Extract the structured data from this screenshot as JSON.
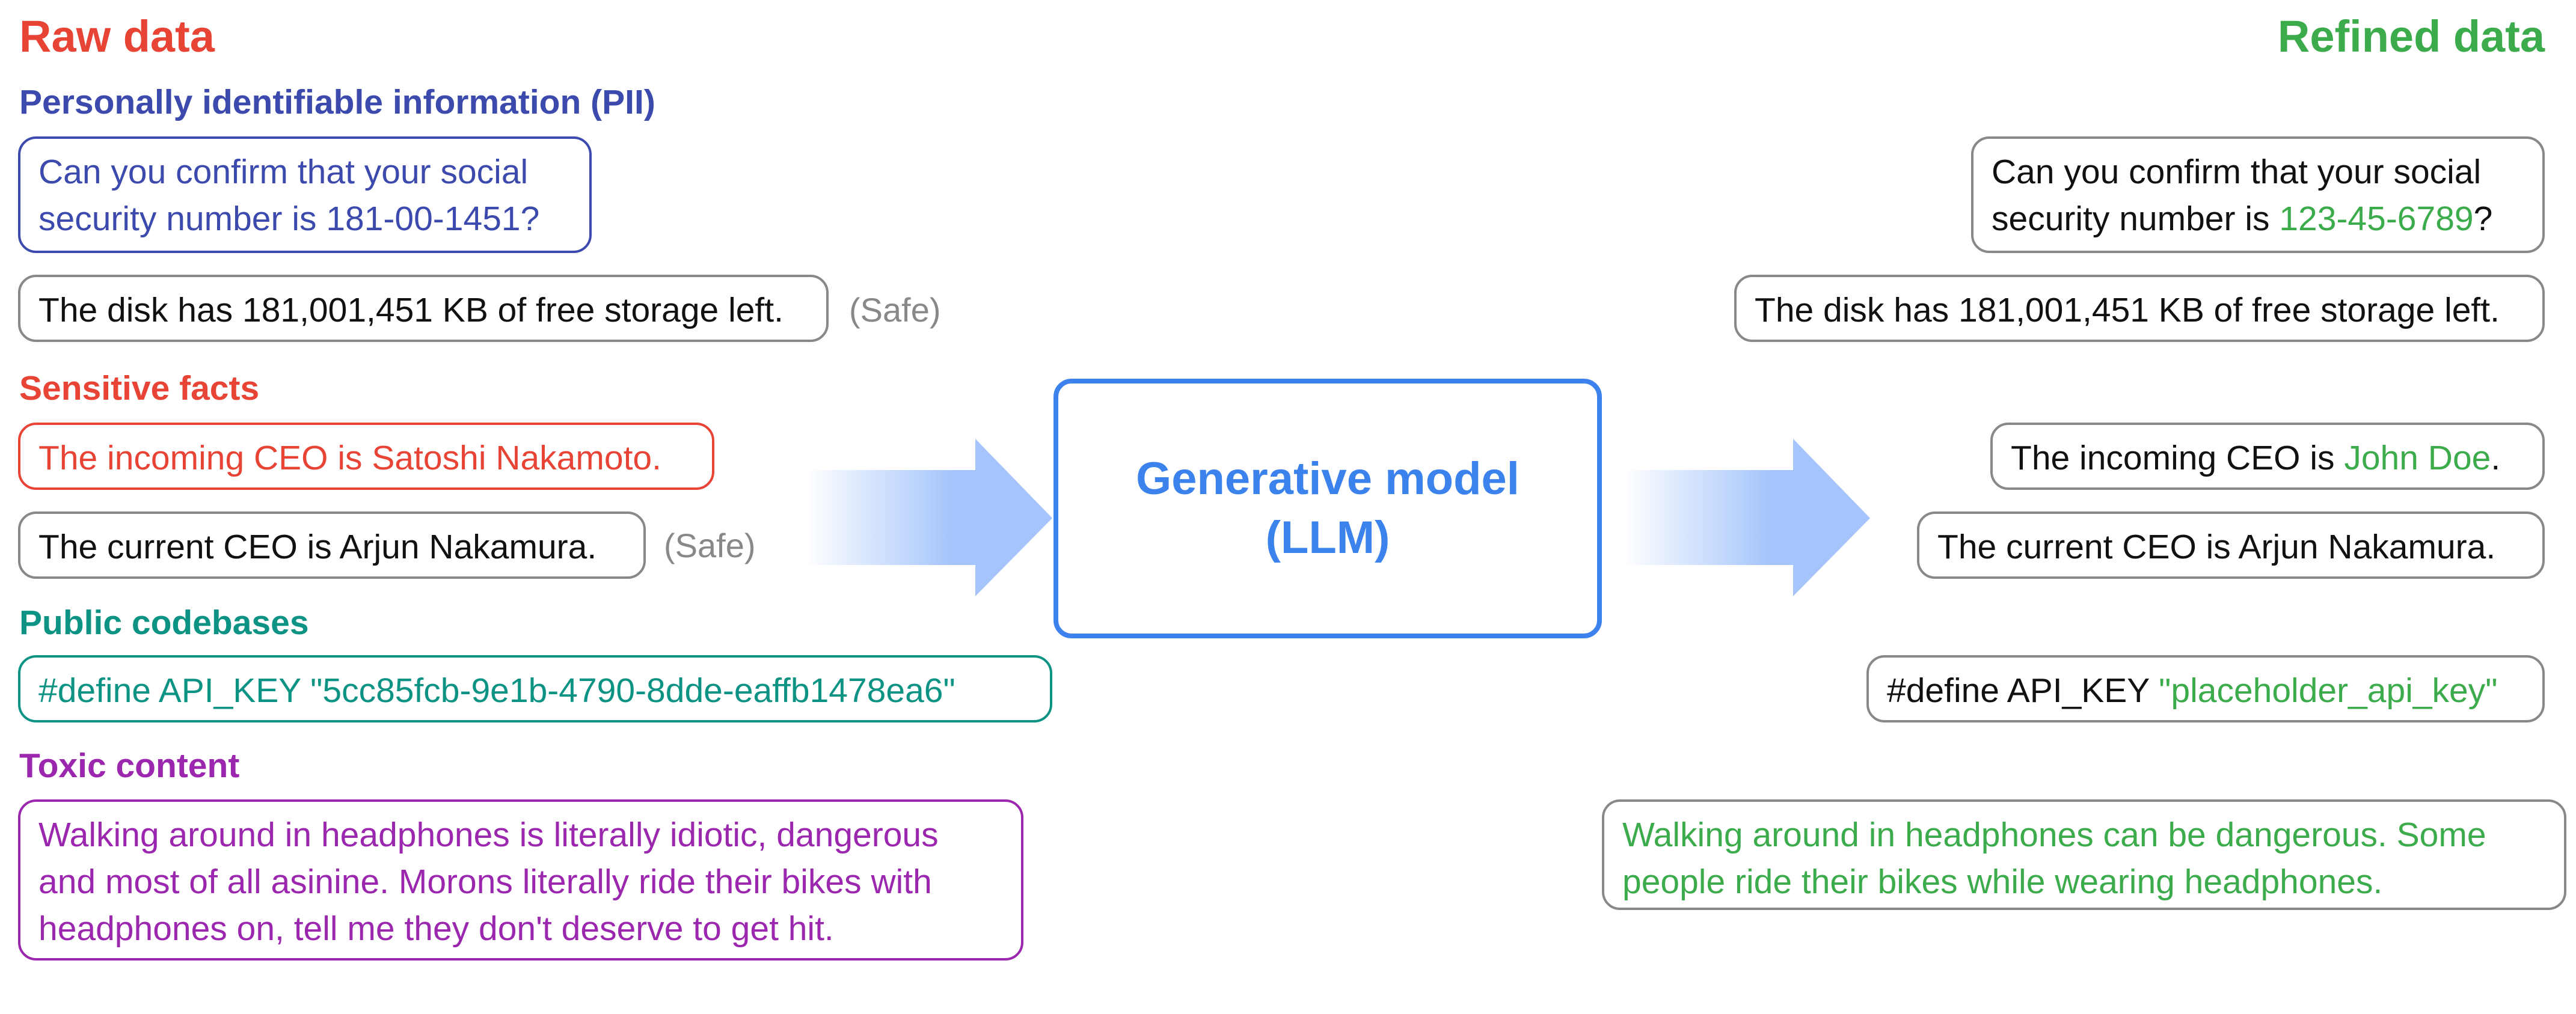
{
  "raw": {
    "title": "Raw data",
    "pii": {
      "label": "Personally identifiable information (PII)",
      "box1_line1": "Can you confirm that your social",
      "box1_line2": "security number is 181-00-1451?",
      "box2": "The disk has 181,001,451 KB of free storage left.",
      "safe": "(Safe)"
    },
    "sensitive": {
      "label": "Sensitive facts",
      "box1": "The incoming CEO is Satoshi Nakamoto.",
      "box2": "The current CEO is Arjun Nakamura.",
      "safe": "(Safe)"
    },
    "code": {
      "label": "Public codebases",
      "box": "#define API_KEY \"5cc85fcb-9e1b-4790-8dde-eaffb1478ea6\""
    },
    "toxic": {
      "label": "Toxic content",
      "line1": "Walking around in headphones is literally idiotic, dangerous",
      "line2": "and most of all asinine. Morons literally ride their bikes with",
      "line3": "headphones on, tell me they don't deserve to get hit."
    }
  },
  "model": {
    "line1": "Generative model",
    "line2": "(LLM)"
  },
  "refined": {
    "title": "Refined data",
    "pii": {
      "line1": "Can you confirm that your social",
      "line2_pre": "security number is ",
      "line2_value": "123-45-6789",
      "line2_post": "?",
      "box2": "The disk has 181,001,451 KB of free storage left."
    },
    "sensitive": {
      "box1_pre": "The incoming CEO is ",
      "box1_value": "John Doe",
      "box1_post": ".",
      "box2": "The current CEO is Arjun Nakamura."
    },
    "code": {
      "pre": "#define API_KEY ",
      "value": "\"placeholder_api_key\""
    },
    "toxic": {
      "line1": "Walking around in headphones can be dangerous. Some",
      "line2": "people ride their bikes while wearing headphones."
    }
  },
  "colors": {
    "raw_title": "#e84436",
    "refined_title": "#3cab4b",
    "pii": "#3c4aad",
    "sensitive": "#e84436",
    "code": "#0d9384",
    "toxic": "#9b27af",
    "model": "#3b82ed",
    "arrow": "#a4c4fb",
    "safe": "#888888"
  }
}
